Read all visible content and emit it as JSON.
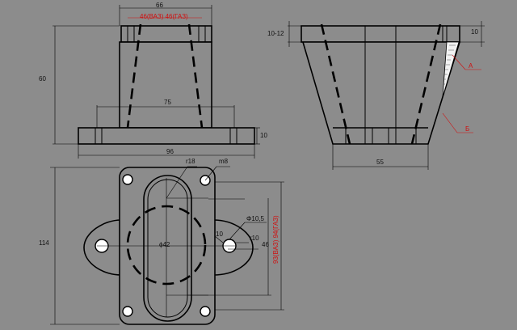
{
  "colors": {
    "background": "#8c8c8c",
    "outline": "#000000",
    "part_fill": "#ffffff",
    "red_label": "#d01010"
  },
  "front_view": {
    "dim_top": "66",
    "dim_top_red": "46(ВАЗ) 46(ГАЗ)",
    "dim_height": "60",
    "dim_mid": "75",
    "dim_base_height": "10",
    "dim_base_width": "96"
  },
  "side_view": {
    "dim_flange": "10-12",
    "dim_top_right": "10",
    "label_a": "А",
    "label_b": "Б",
    "dim_bottom": "55"
  },
  "plan_view": {
    "dim_height": "114",
    "dim_r18": "r18",
    "dim_m8": "m8",
    "dim_hole": "Φ10,5",
    "dim_10": "10",
    "dim_r10": "r10",
    "dim_46": "46",
    "dim_bore": "ϕ42",
    "dim_red_vertical": "93(ВАЗ) 94(ГАЗ)"
  }
}
